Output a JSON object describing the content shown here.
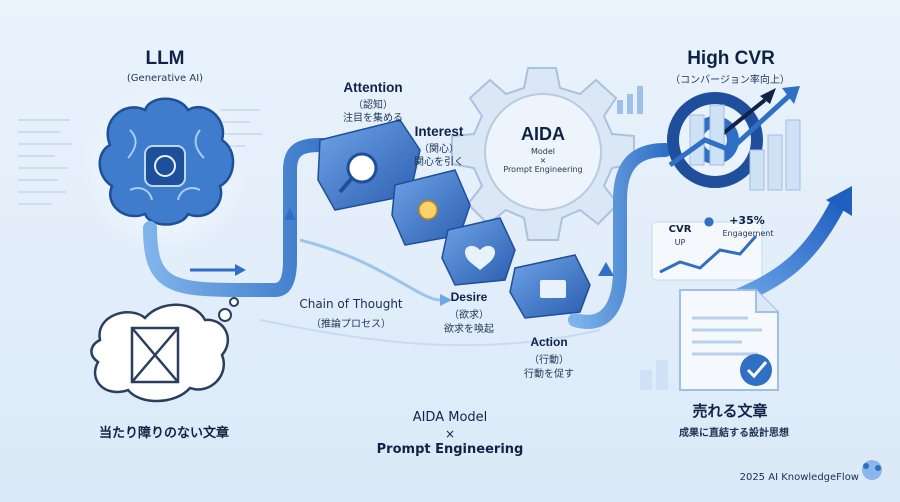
{
  "llm": {
    "title": "LLM",
    "subtitle": "(Generative AI)"
  },
  "attention": {
    "title": "Attention",
    "jp_term": "（認知）",
    "jp_desc": "注目を集める"
  },
  "interest": {
    "title": "Interest",
    "jp_term": "（関心）",
    "jp_desc": "関心を引く"
  },
  "desire": {
    "title": "Desire",
    "jp_term": "（欲求）",
    "jp_desc": "欲求を喚起"
  },
  "action": {
    "title": "Action",
    "jp_term": "（行動）",
    "jp_desc": "行動を促す"
  },
  "aida_gear": {
    "title": "AIDA",
    "line1": "Model",
    "line2": "×",
    "line3": "Prompt Engineering"
  },
  "chain_of_thought": {
    "title": "Chain of Thought",
    "jp": "（推論プロセス）"
  },
  "high_cvr": {
    "title": "High CVR",
    "jp": "（コンバージョン率向上）"
  },
  "metrics": {
    "cvr": "CVR",
    "up": "UP",
    "engagement_value": "+35%",
    "engagement": "Engagement"
  },
  "selling_text": {
    "title": "売れる文章",
    "subtitle": "成果に直結する設計思想"
  },
  "unhelpful_text": "当たり障りのない文章",
  "bottom_center": {
    "line1": "AIDA Model",
    "line2": "×",
    "line3": "Prompt Engineering"
  },
  "footer": {
    "credit": "2025 AI KnowledgeFlow"
  },
  "colors": {
    "primary": "#1f4e9c",
    "accent": "#2f8ae0",
    "light": "#cfe3f7"
  }
}
